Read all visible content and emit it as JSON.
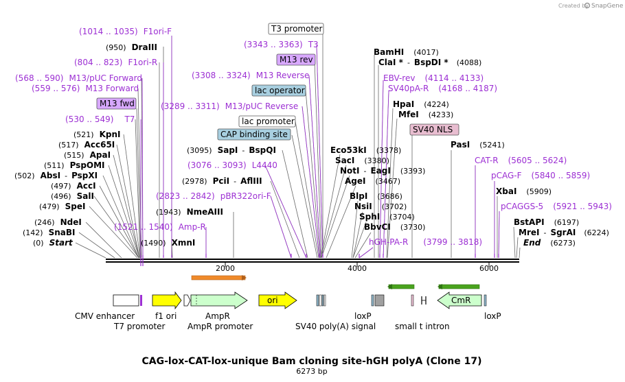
{
  "credit": {
    "prefix": "Created by",
    "brand": "SnapGene"
  },
  "title": "CAG-lox-CAT-lox-unique Bam cloning site-hGH polyA (Clone 17)",
  "subtitle": "6273 bp",
  "ticks": [
    "2000",
    "4000",
    "6000"
  ],
  "left_labels": [
    {
      "pos": "(1014 .. 1035)",
      "name": "F1ori-F",
      "kind": "feature"
    },
    {
      "pos": "(950)",
      "name": "DraIII",
      "kind": "site"
    },
    {
      "pos": "(804 .. 823)",
      "name": "F1ori-R",
      "kind": "feature"
    },
    {
      "pos": "(568 .. 590)",
      "name": "M13/pUC Forward",
      "kind": "feature"
    },
    {
      "pos": "(559 .. 576)",
      "name": "M13 Forward",
      "kind": "feature"
    },
    {
      "name": "M13 fwd",
      "kind": "primer-box"
    },
    {
      "pos": "(530 .. 549)",
      "name": "T7",
      "kind": "feature"
    },
    {
      "pos": "(521)",
      "name": "KpnI",
      "kind": "site"
    },
    {
      "pos": "(517)",
      "name": "Acc65I",
      "kind": "site"
    },
    {
      "pos": "(515)",
      "name": "ApaI",
      "kind": "site"
    },
    {
      "pos": "(511)",
      "name": "PspOMI",
      "kind": "site"
    },
    {
      "pos": "(502)",
      "name": "AbsI",
      "name2": "PspXI",
      "kind": "site2"
    },
    {
      "pos": "(497)",
      "name": "AccI",
      "kind": "site"
    },
    {
      "pos": "(496)",
      "name": "SalI",
      "kind": "site"
    },
    {
      "pos": "(479)",
      "name": "SpeI",
      "kind": "site"
    },
    {
      "pos": "(246)",
      "name": "NdeI",
      "kind": "site"
    },
    {
      "pos": "(142)",
      "name": "SnaBI",
      "kind": "site"
    },
    {
      "pos": "(0)",
      "name": "Start",
      "kind": "site-italic"
    }
  ],
  "center_labels": [
    {
      "name": "T3 promoter",
      "kind": "box-white"
    },
    {
      "pos": "(3343 .. 3363)",
      "name": "T3",
      "kind": "feature"
    },
    {
      "name": "M13 rev",
      "kind": "primer-box"
    },
    {
      "pos": "(3308 .. 3324)",
      "name": "M13 Reverse",
      "kind": "feature"
    },
    {
      "name": "lac operator",
      "kind": "box-blue"
    },
    {
      "pos": "(3289 .. 3311)",
      "name": "M13/pUC Reverse",
      "kind": "feature"
    },
    {
      "name": "lac promoter",
      "kind": "box-white"
    },
    {
      "name": "CAP binding site",
      "kind": "box-blue"
    },
    {
      "pos": "(3095)",
      "name": "SapI",
      "name2": "BspQI",
      "kind": "site2"
    },
    {
      "pos": "(3076 .. 3093)",
      "name": "L4440",
      "kind": "feature"
    },
    {
      "pos": "(2978)",
      "name": "PciI",
      "name2": "AflIII",
      "kind": "site2"
    },
    {
      "pos": "(2823 .. 2842)",
      "name": "pBR322ori-F",
      "kind": "feature"
    },
    {
      "pos": "(1943)",
      "name": "NmeAIII",
      "kind": "site"
    },
    {
      "pos": "(1521 .. 1540)",
      "name": "Amp-R",
      "kind": "feature"
    },
    {
      "pos": "(1490)",
      "name": "XmnI",
      "kind": "site"
    }
  ],
  "right_labels": [
    {
      "name": "BamHI",
      "pos": "(4017)",
      "kind": "site"
    },
    {
      "name": "ClaI *",
      "name2": "BspDI *",
      "pos": "(4088)",
      "kind": "site2"
    },
    {
      "name": "EBV-rev",
      "pos": "(4114 .. 4133)",
      "kind": "feature"
    },
    {
      "name": "SV40pA-R",
      "pos": "(4168 .. 4187)",
      "kind": "feature"
    },
    {
      "name": "HpaI",
      "pos": "(4224)",
      "kind": "site"
    },
    {
      "name": "MfeI",
      "pos": "(4233)",
      "kind": "site"
    },
    {
      "name": "SV40 NLS",
      "kind": "box-pink"
    },
    {
      "name": "Eco53kI",
      "pos": "(3378)",
      "kind": "site"
    },
    {
      "name": "SacI",
      "pos": "(3380)",
      "kind": "site"
    },
    {
      "name": "NotI",
      "name2": "EagI",
      "pos": "(3393)",
      "kind": "site2"
    },
    {
      "name": "AgeI",
      "pos": "(3467)",
      "kind": "site"
    },
    {
      "name": "BlpI",
      "pos": "(3686)",
      "kind": "site"
    },
    {
      "name": "NsiI",
      "pos": "(3702)",
      "kind": "site"
    },
    {
      "name": "SphI",
      "pos": "(3704)",
      "kind": "site"
    },
    {
      "name": "BbvCI",
      "pos": "(3730)",
      "kind": "site"
    },
    {
      "name": "hGH-PA-R",
      "pos": "(3799 .. 3818)",
      "kind": "feature"
    },
    {
      "name": "PasI",
      "pos": "(5241)",
      "kind": "site"
    },
    {
      "name": "CAT-R",
      "pos": "(5605 .. 5624)",
      "kind": "feature"
    },
    {
      "name": "pCAG-F",
      "pos": "(5840 .. 5859)",
      "kind": "feature"
    },
    {
      "name": "XbaI",
      "pos": "(5909)",
      "kind": "site"
    },
    {
      "name": "pCAGGS-5",
      "pos": "(5921 .. 5943)",
      "kind": "feature"
    },
    {
      "name": "BstAPI",
      "pos": "(6197)",
      "kind": "site"
    },
    {
      "name": "MreI",
      "name2": "SgrAI",
      "pos": "(6224)",
      "kind": "site2"
    },
    {
      "name": "End",
      "pos": "(6273)",
      "kind": "site-italic"
    }
  ],
  "features": [
    {
      "name": "CMV enhancer",
      "color": "#ffffff"
    },
    {
      "name": "T7 promoter",
      "color": "#ffffff"
    },
    {
      "name": "f1 ori",
      "color": "#ffff00"
    },
    {
      "name": "AmpR",
      "color": "#ccffcc"
    },
    {
      "name": "AmpR promoter",
      "color": "#ffffff"
    },
    {
      "name": "ori",
      "color": "#ffff00"
    },
    {
      "name": "SV40 poly(A) signal",
      "color": "#8fb6c9"
    },
    {
      "name": "loxP",
      "color": "#8fb6c9"
    },
    {
      "name": "small t intron",
      "color": "#ffffff"
    },
    {
      "name": "CmR",
      "color": "#ccffcc"
    },
    {
      "name": "loxP",
      "color": "#8fb6c9"
    }
  ],
  "colors": {
    "feature_text": "#9c2fd3",
    "primer_box": "#d8a8ff",
    "box_blue": "#a8cfe0",
    "box_pink": "#e8bdd0",
    "orf_orange": "#f08a2a",
    "orf_green": "#4aa31e"
  }
}
